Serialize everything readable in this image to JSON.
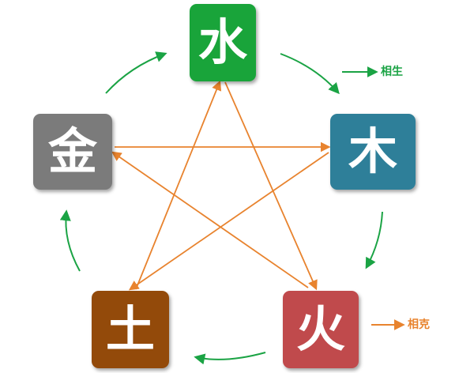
{
  "colors": {
    "water": "#19a43a",
    "wood": "#2e7f99",
    "fire": "#c04a4c",
    "earth": "#934a0a",
    "metal": "#7b7b7b",
    "generate_arrow": "#1aa344",
    "overcome_arrow": "#e8832e"
  },
  "elements": [
    {
      "id": "water",
      "char": "水"
    },
    {
      "id": "wood",
      "char": "木"
    },
    {
      "id": "fire",
      "char": "火"
    },
    {
      "id": "earth",
      "char": "土"
    },
    {
      "id": "metal",
      "char": "金"
    }
  ],
  "legend": {
    "generate": "相生",
    "overcome": "相克"
  }
}
